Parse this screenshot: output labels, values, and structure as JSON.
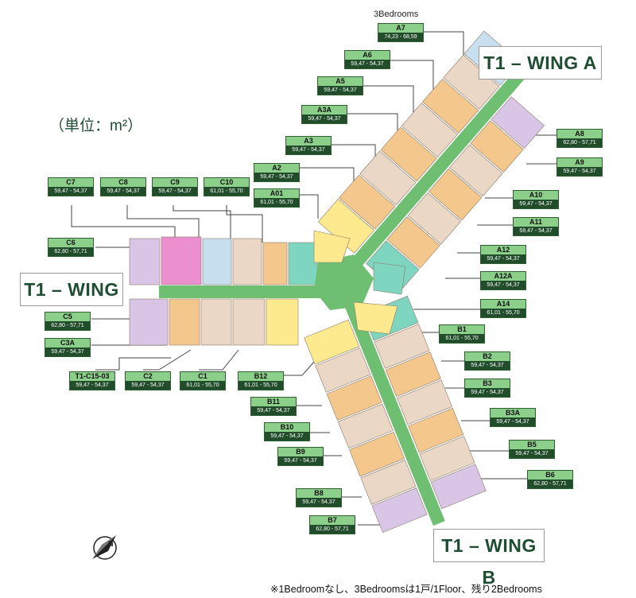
{
  "unit_label": "（単位：m²）",
  "three_bed_label": "3Bedrooms",
  "footnote": "※1Bedroomなし、3Bedroomsは1戸/1Floor、残り2Bedrooms",
  "wings": {
    "a": "T1 – WING A",
    "b": "T1 – WING B",
    "c": "T1 – WING C"
  },
  "colors": {
    "tag_header": "#8ccf8a",
    "tag_body": "#214d2b",
    "corridor": "#6fbf73"
  },
  "labels": [
    {
      "name": "A7",
      "area": "74,23 - 68,59"
    },
    {
      "name": "A6",
      "area": "59,47 - 54,37"
    },
    {
      "name": "A5",
      "area": "59,47 - 54,37"
    },
    {
      "name": "A3A",
      "area": "59,47 - 54,37"
    },
    {
      "name": "A3",
      "area": "59,47 - 54,37"
    },
    {
      "name": "A2",
      "area": "59,47 - 54,37"
    },
    {
      "name": "A01",
      "area": "61,01 - 55,70"
    },
    {
      "name": "A8",
      "area": "62,80 - 57,71"
    },
    {
      "name": "A9",
      "area": "59,47 - 54,37"
    },
    {
      "name": "A10",
      "area": "59,47 - 54,37"
    },
    {
      "name": "A11",
      "area": "59,47 - 54,37"
    },
    {
      "name": "A12",
      "area": "59,47 - 54,37"
    },
    {
      "name": "A12A",
      "area": "59,47 - 54,37"
    },
    {
      "name": "A14",
      "area": "61,01 - 55,70"
    },
    {
      "name": "C7",
      "area": "59,47 - 54,37"
    },
    {
      "name": "C8",
      "area": "59,47 - 54,37"
    },
    {
      "name": "C9",
      "area": "59,47 - 54,37"
    },
    {
      "name": "C10",
      "area": "61,01 - 55,70"
    },
    {
      "name": "C6",
      "area": "62,80 - 57,71"
    },
    {
      "name": "C5",
      "area": "62,80 - 57,71"
    },
    {
      "name": "C3A",
      "area": "59,47 - 54,37"
    },
    {
      "name": "T1-C15-03",
      "area": "59,47 - 54,37"
    },
    {
      "name": "C2",
      "area": "59,47 - 54,37"
    },
    {
      "name": "C1",
      "area": "61,01 - 55,70"
    },
    {
      "name": "B12",
      "area": "61,01 - 55,70"
    },
    {
      "name": "B1",
      "area": "61,01 - 55,70"
    },
    {
      "name": "B2",
      "area": "59,47 - 54,37"
    },
    {
      "name": "B3",
      "area": "59,47 - 54,37"
    },
    {
      "name": "B3A",
      "area": "59,47 - 54,37"
    },
    {
      "name": "B5",
      "area": "59,47 - 54,37"
    },
    {
      "name": "B6",
      "area": "62,80 - 57,71"
    },
    {
      "name": "B11",
      "area": "59,47 - 54,37"
    },
    {
      "name": "B10",
      "area": "59,47 - 54,37"
    },
    {
      "name": "B9",
      "area": "59,47 - 54,37"
    },
    {
      "name": "B8",
      "area": "59,47 - 54,37"
    },
    {
      "name": "B7",
      "area": "62,80 - 57,71"
    }
  ]
}
